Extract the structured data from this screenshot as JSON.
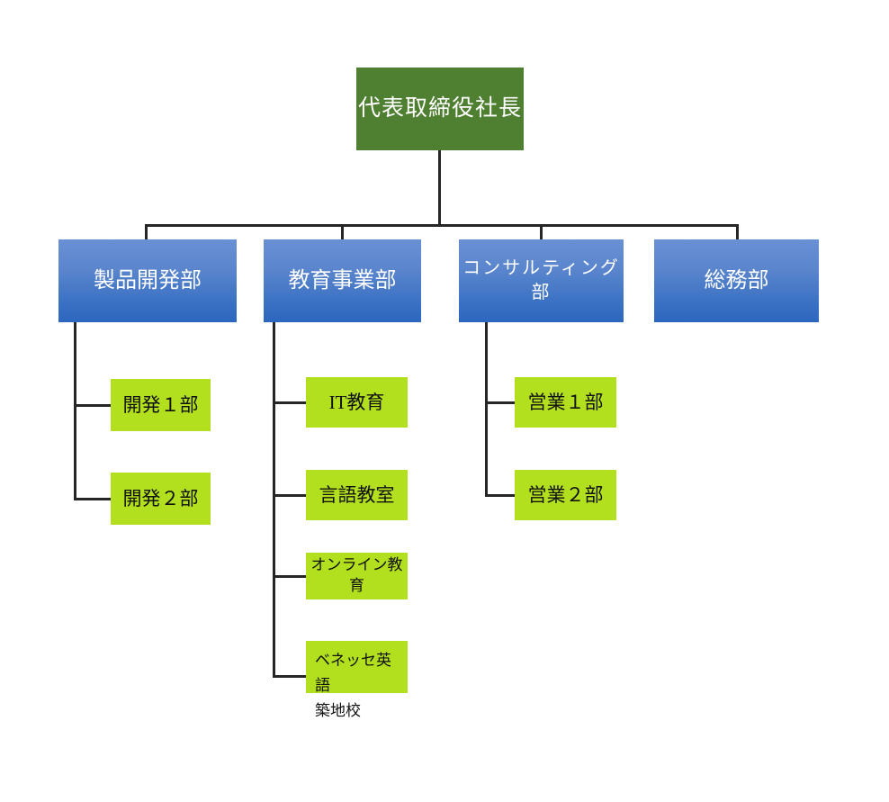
{
  "chart_title": "",
  "colors": {
    "root_fill": "#4F7F30",
    "dept_fill_top": "#6990D4",
    "dept_fill_bottom": "#2C66BE",
    "leaf_fill": "#B2E01E",
    "line": "#262626",
    "root_text": "#FFFFFF",
    "dept_text": "#FFFFFF",
    "leaf_text": "#111111",
    "background": "#FFFFFF"
  },
  "org": {
    "root": {
      "label": "代表取締役社長"
    },
    "departments": [
      {
        "label": "製品開発部",
        "children": [
          {
            "label": "開発１部"
          },
          {
            "label": "開発２部"
          }
        ]
      },
      {
        "label": "教育事業部",
        "children": [
          {
            "label": "IT教育"
          },
          {
            "label": "言語教室"
          },
          {
            "label": "オンライン教育"
          },
          {
            "label": "ベネッセ英語",
            "label_line2": "築地校"
          }
        ]
      },
      {
        "label": "コンサルティング部",
        "children": [
          {
            "label": "営業１部"
          },
          {
            "label": "営業２部"
          }
        ]
      },
      {
        "label": "総務部",
        "children": []
      }
    ]
  }
}
